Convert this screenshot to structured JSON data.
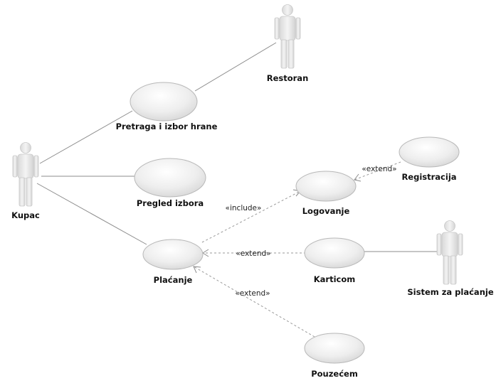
{
  "actors": {
    "kupac": "Kupac",
    "restoran": "Restoran",
    "sistem": "Sistem za plaćanje"
  },
  "use_cases": {
    "pretraga": "Pretraga i izbor hrane",
    "pregled": "Pregled izbora",
    "placanje": "Plaćanje",
    "logovanje": "Logovanje",
    "registracija": "Registracija",
    "karticom": "Karticom",
    "pouzecem": "Pouzećem"
  },
  "relations": {
    "include_placanje_logovanje": "«include»",
    "extend_registracija_logovanje": "«extend»",
    "extend_karticom_placanje": "«extend»",
    "extend_pouzecem_placanje": "«extend»"
  }
}
